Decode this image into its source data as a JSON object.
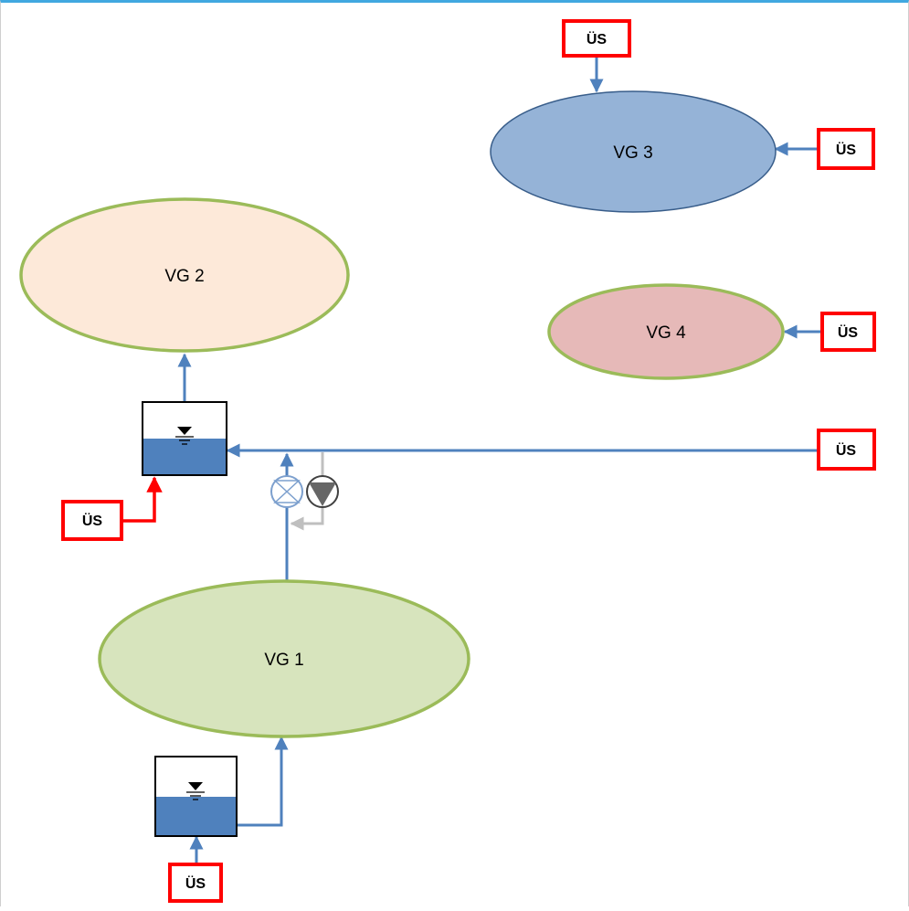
{
  "zones": {
    "vg1": {
      "label": "VG 1",
      "fill": "#d7e4bd",
      "stroke": "#9bbb59"
    },
    "vg2": {
      "label": "VG 2",
      "fill": "#fde9d9",
      "stroke": "#9bbb59"
    },
    "vg3": {
      "label": "VG 3",
      "fill": "#95b3d7",
      "stroke": "#385d8a"
    },
    "vg4": {
      "label": "VG 4",
      "fill": "#e6b9b8",
      "stroke": "#9bbb59"
    }
  },
  "transfer_points": {
    "us_vg3_top": "ÜS",
    "us_vg3_right": "ÜS",
    "us_vg4": "ÜS",
    "us_main_line": "ÜS",
    "us_tank_upper": "ÜS",
    "us_tank_lower": "ÜS"
  },
  "colors": {
    "pipe": "#4f81bd",
    "pipe_gray": "#bfbfbf",
    "feed_red": "#ff0000",
    "water": "#4f81bd",
    "frame_top": "#41a8e0"
  },
  "icons": {
    "tank": "water-tank-icon",
    "valve": "valve-icon",
    "pump": "pump-icon",
    "water_level": "water-level-icon"
  }
}
